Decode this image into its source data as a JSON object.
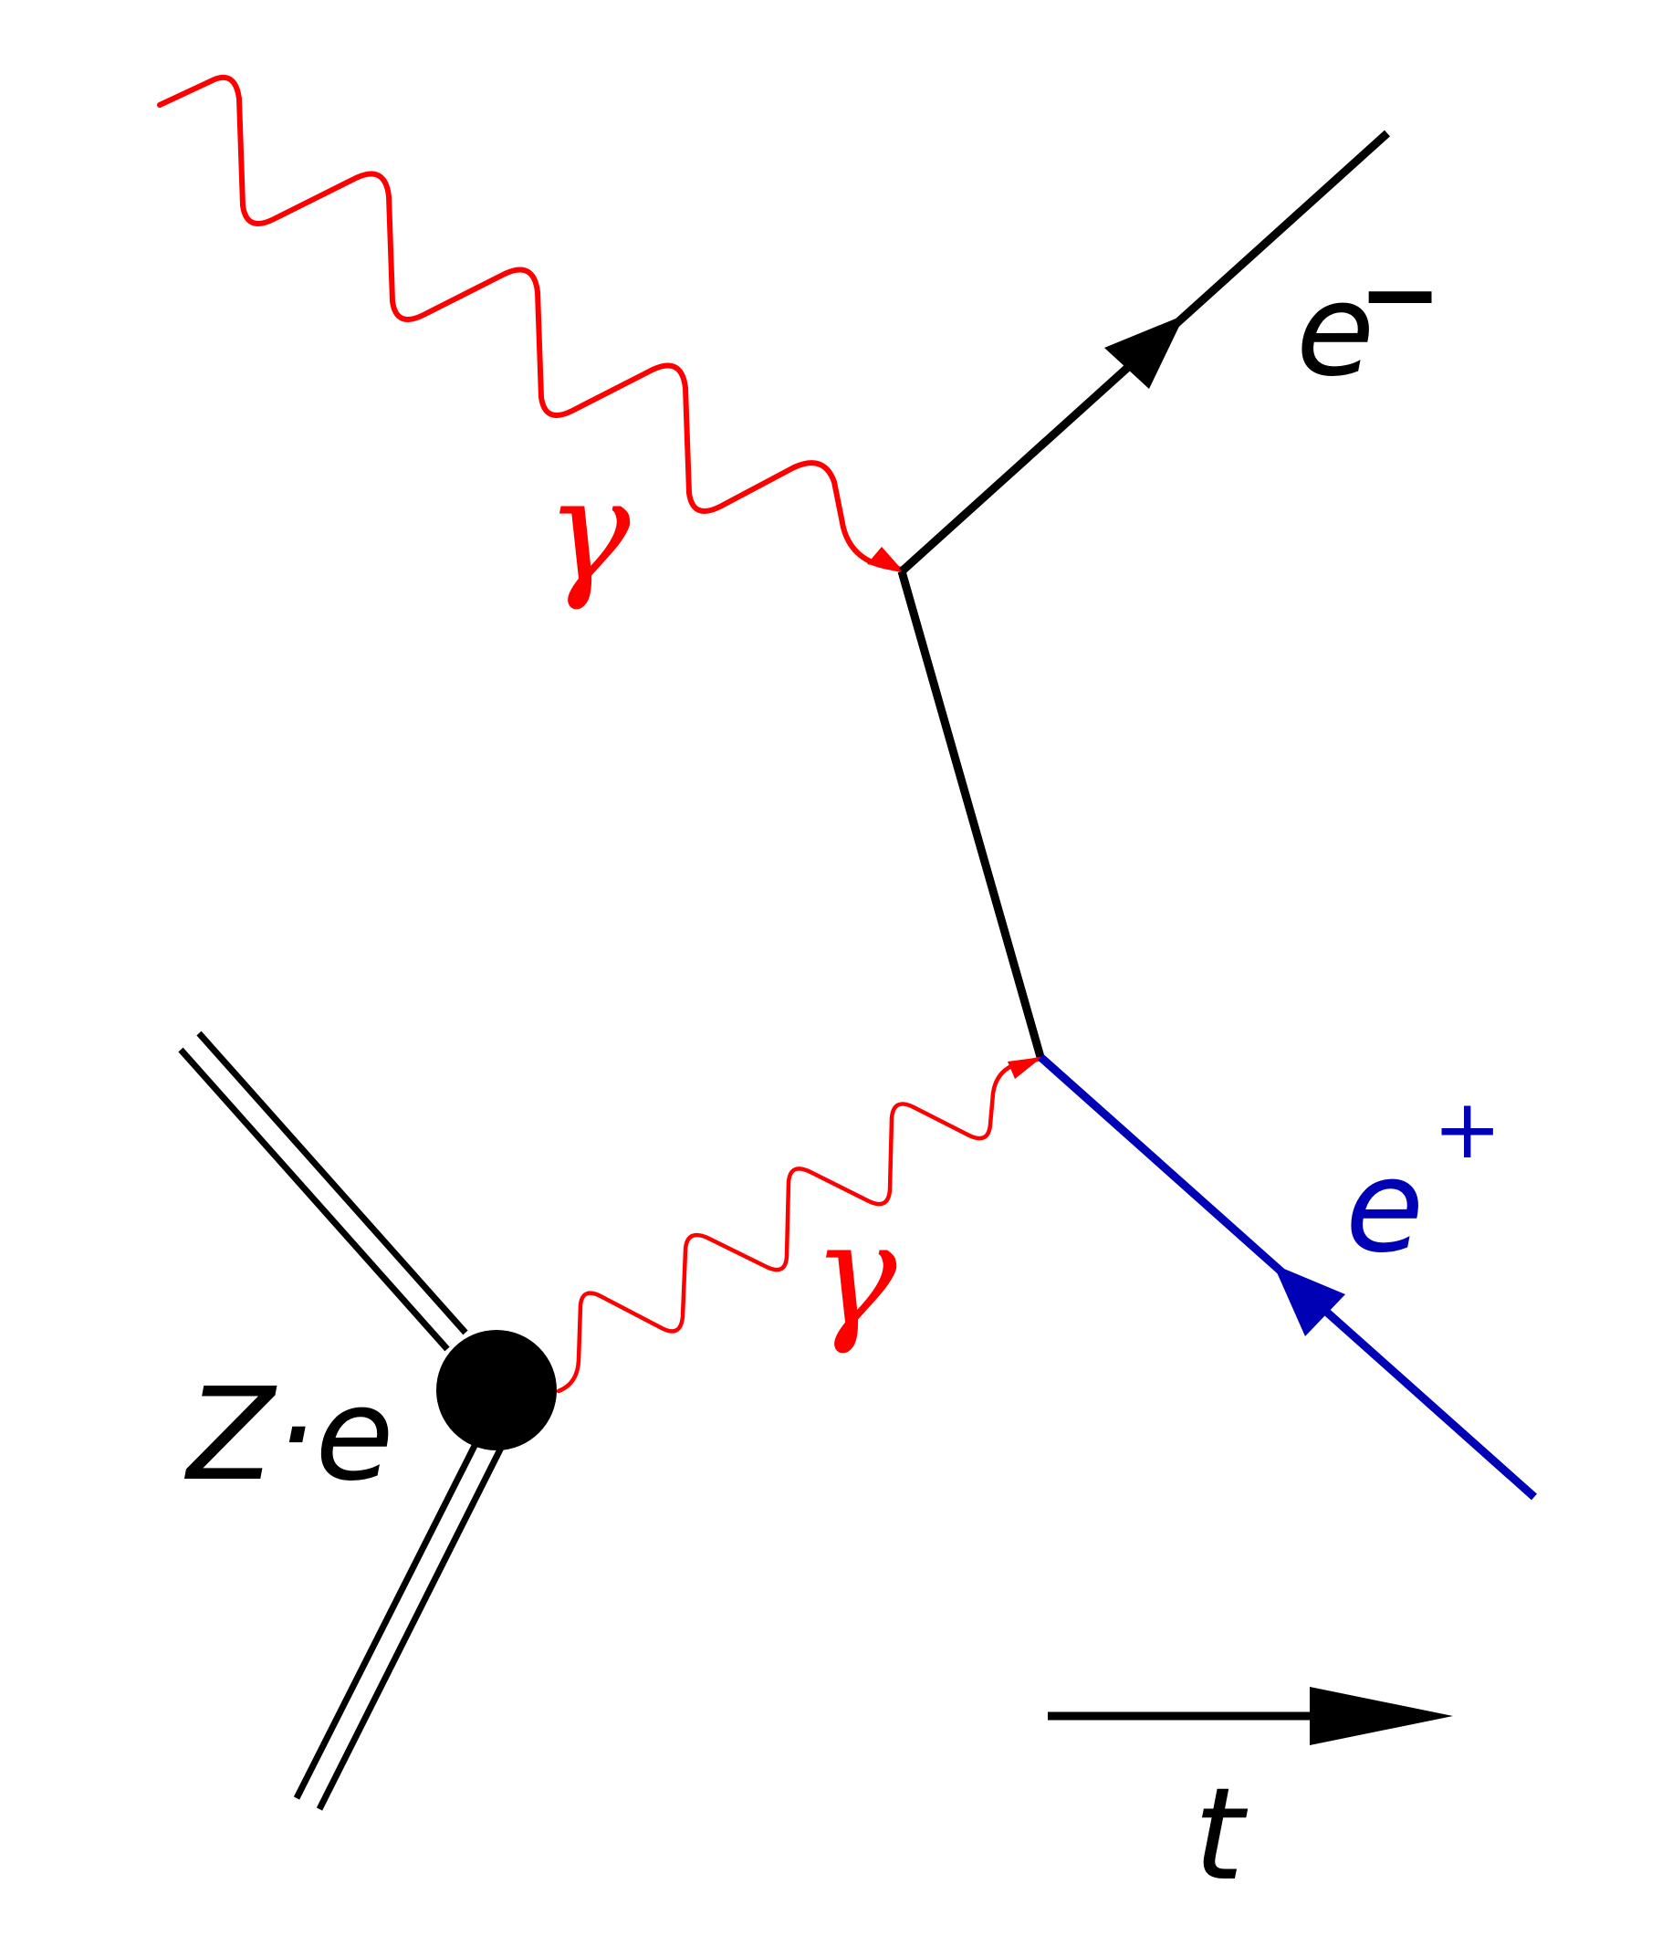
{
  "labels": {
    "electron": "e",
    "electron_sign": "−",
    "positron": "e",
    "positron_sign": "+",
    "photon_incoming": "γ",
    "photon_virtual": "γ",
    "nucleus_charge": "Z·e",
    "time_axis": "t"
  },
  "colors": {
    "photon": "#ff0000",
    "electron": "#000000",
    "positron": "#0000b4",
    "nucleus": "#000000",
    "time_arrow": "#000000"
  }
}
